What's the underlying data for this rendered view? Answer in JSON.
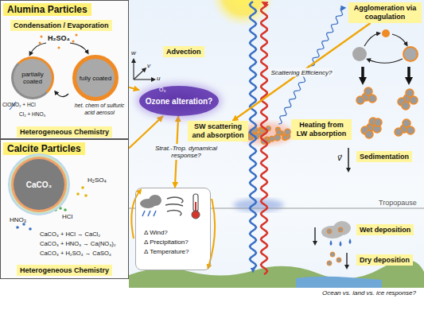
{
  "diagram": {
    "nodes": [
      {
        "text": [
          "Alumina Particles"
        ]
      },
      {
        "text": [
          "Condensation / Evaporation"
        ],
        "in": 0
      },
      {
        "text": [
          "partially coated"
        ],
        "in": 0
      },
      {
        "text": [
          "fully coated"
        ],
        "in": 0
      },
      {
        "text": [
          "Heterogeneous Chemistry"
        ],
        "in": 0
      },
      {
        "text": [
          "Calcite Particles"
        ]
      },
      {
        "text": [
          "CaCO₃"
        ],
        "in": 5
      },
      {
        "text": [
          "Heterogeneous Chemistry"
        ],
        "in": 5
      },
      {
        "text": [
          "Ozone alteration?"
        ]
      },
      {
        "text": [
          "Advection"
        ]
      },
      {
        "text": [
          "SW scattering and absorption"
        ]
      },
      {
        "text": [
          "Heating from LW absorption"
        ]
      },
      {
        "text": [
          "Agglomeration via coagulation"
        ]
      },
      {
        "text": [
          "Sedimentation"
        ]
      },
      {
        "text": [
          "Wet deposition"
        ]
      },
      {
        "text": [
          "Dry deposition"
        ]
      },
      {
        "text": [
          "Δ Wind?",
          "Δ Precipitation?",
          "Δ Temperature?"
        ]
      }
    ],
    "edges": [
      {
        "from": 0,
        "to": 8,
        "arrow": "to"
      },
      {
        "from": 5,
        "to": 8,
        "arrow": "to"
      },
      {
        "from": 8,
        "to": 16,
        "arrow": "both",
        "label": "Strat.-Trop. dynamical response?"
      },
      {
        "from": 12,
        "to": 10,
        "arrow": "to",
        "label": "Scattering Efficiency?"
      }
    ],
    "labels": [
      "H₂SO₄",
      "ClONO₂ + HCl",
      "Cl₂ + HNO₃",
      "het. chem of sulfuric acid aerosol",
      "HNO₃",
      "HCl",
      "H₂SO₄",
      "CaCO₃ + HCl → CaCl₂",
      "CaCO₃ + HNO₃ → Ca(NO₃)₂",
      "CaCO₃ + H₂SO₄ → CaSO₄",
      "O₃",
      "w",
      "v",
      "u",
      "Tropopause",
      "v⃗",
      "Ocean vs. land vs. ice response?"
    ]
  }
}
